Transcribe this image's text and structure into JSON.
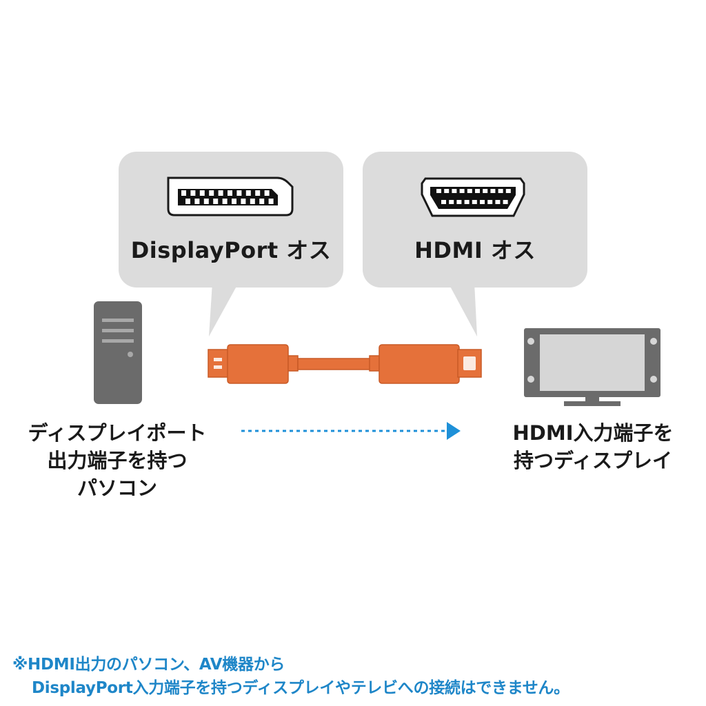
{
  "bubbles": {
    "left_label": "DisplayPort オス",
    "right_label": "HDMI オス"
  },
  "labels": {
    "pc": "ディスプレイポート\n出力端子を持つ\nパソコン",
    "display": "HDMI入力端子を\n持つディスプレイ"
  },
  "note": {
    "line1": "※HDMI出力のパソコン、AV機器から",
    "line2": "DisplayPort入力端子を持つディスプレイやテレビへの接続はできません。"
  },
  "colors": {
    "bubble": "#dcdcdc",
    "cable": "#e5713a",
    "cable_dark": "#c85a26",
    "device": "#6b6b6b",
    "device_light": "#8a8a8a",
    "screen": "#d6d6d6",
    "arrow": "#1e90d8",
    "note": "#1e86c8"
  }
}
